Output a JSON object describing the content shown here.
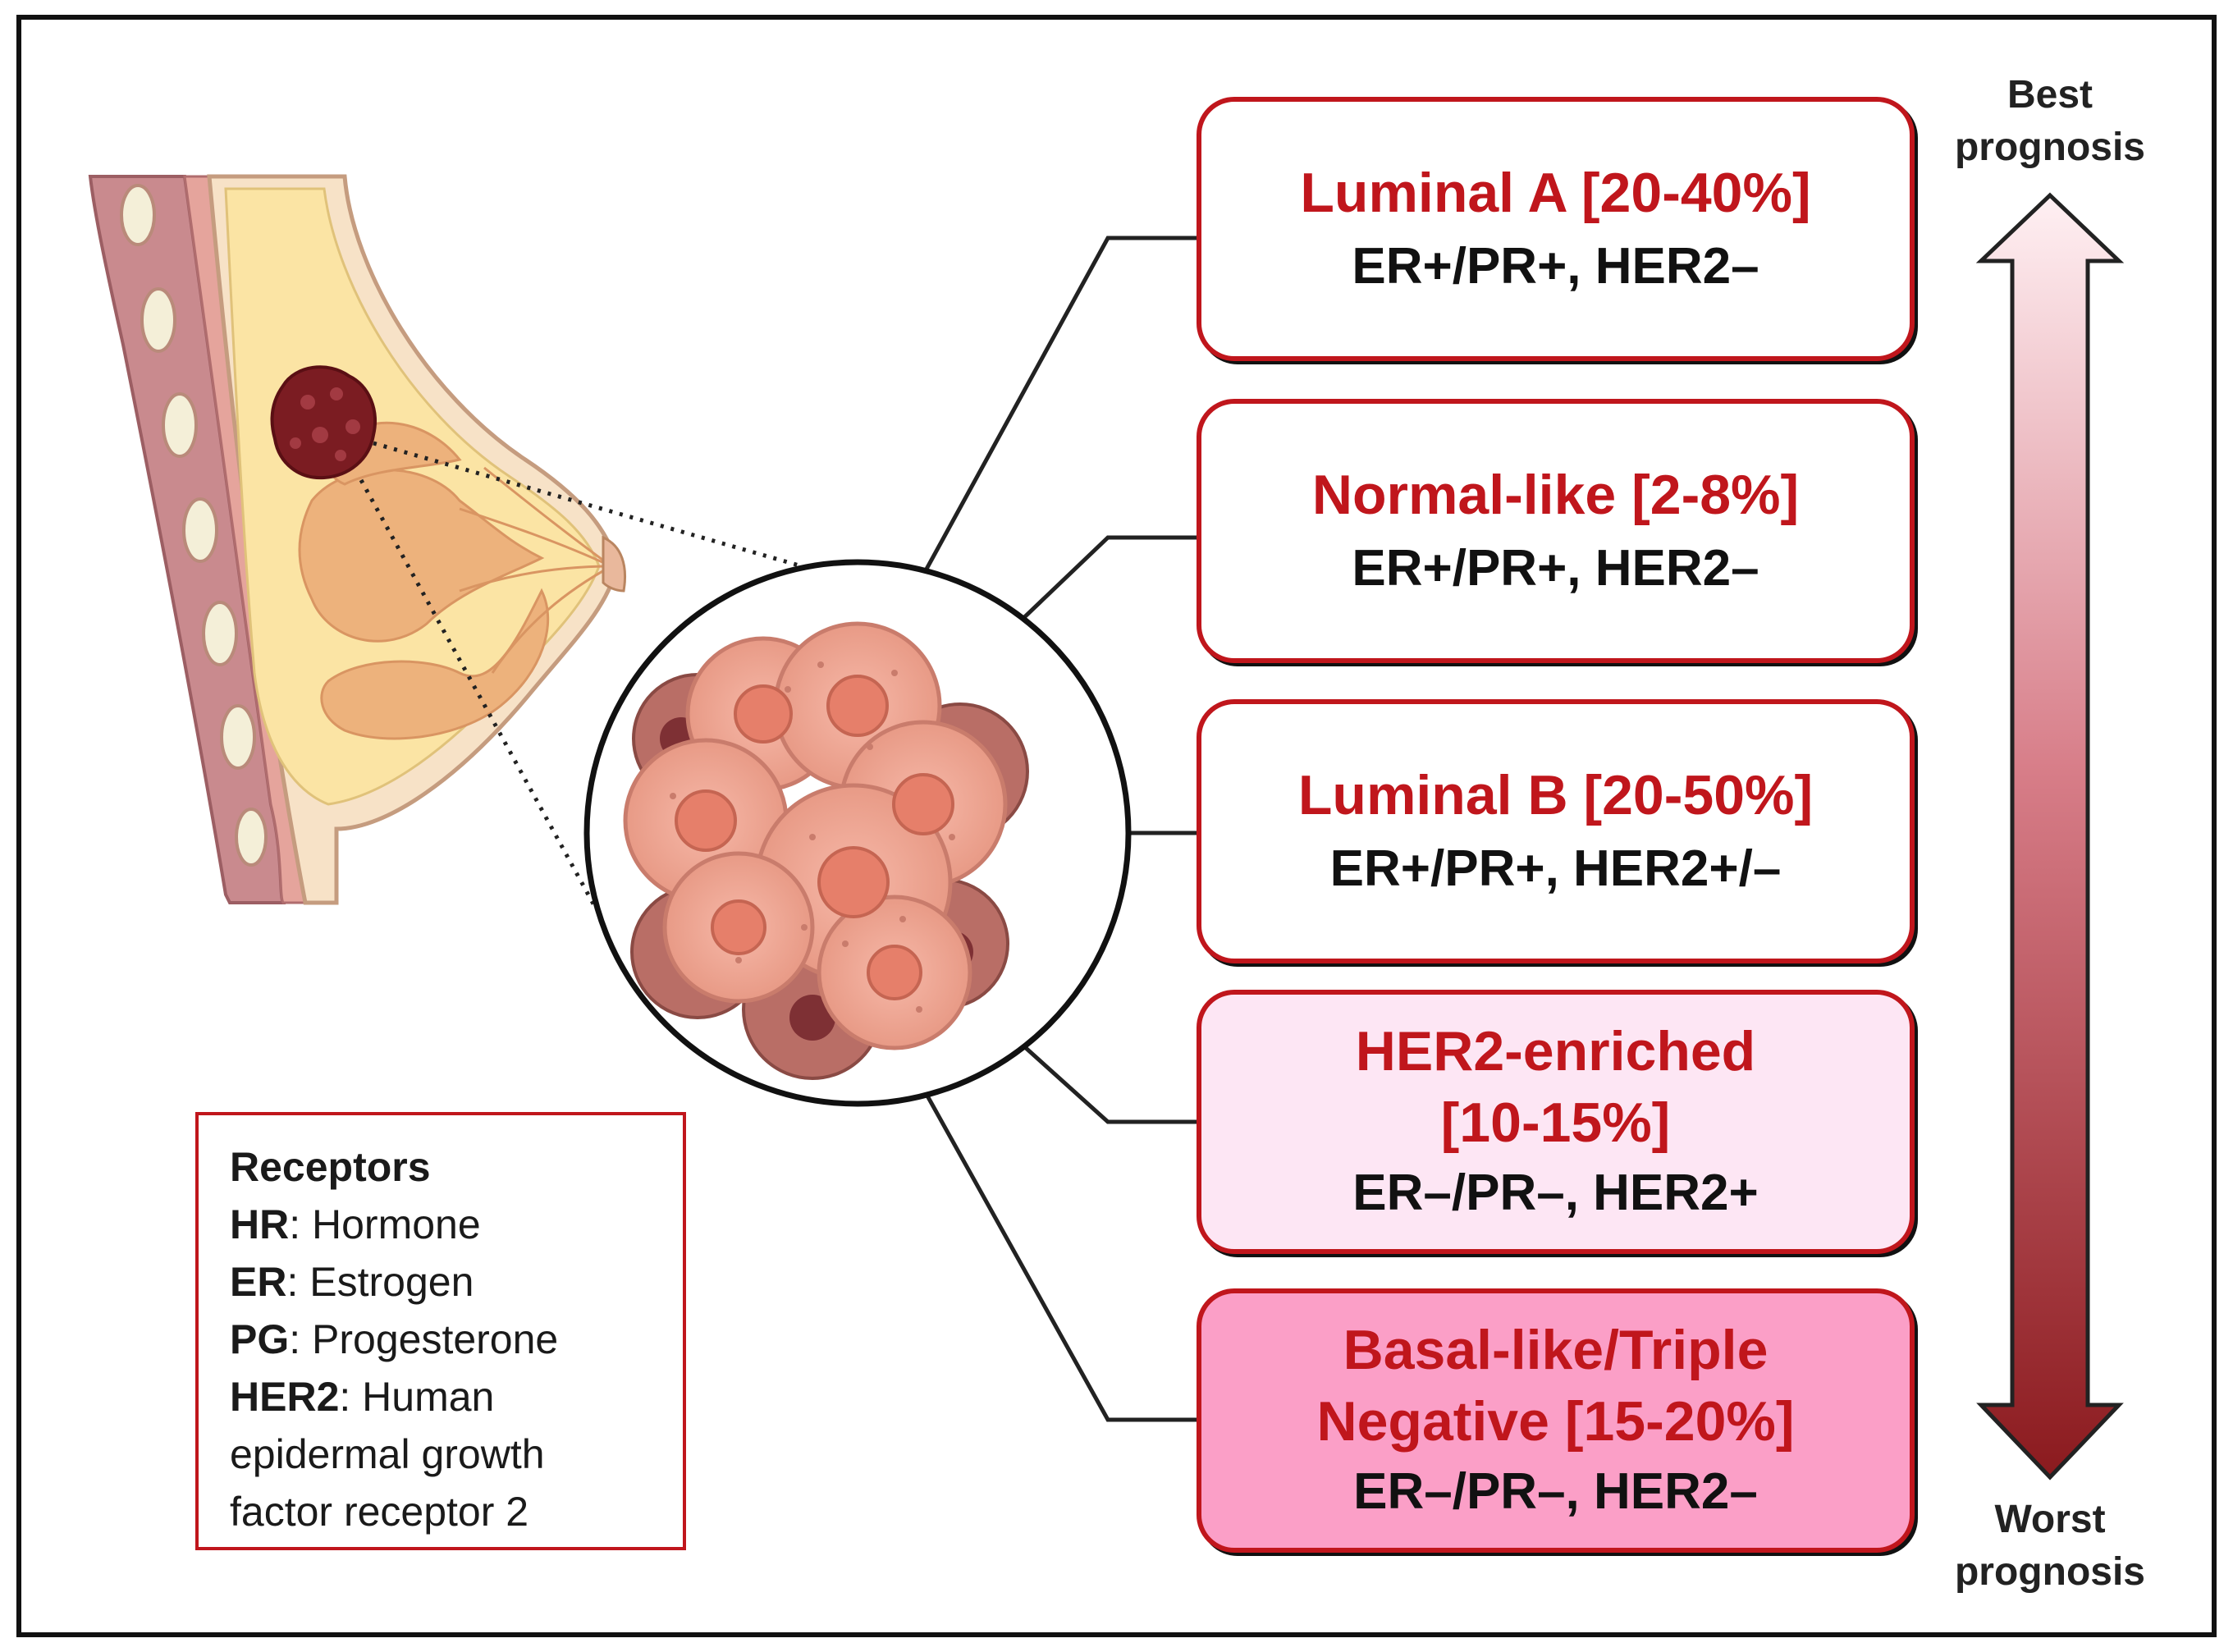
{
  "subtypes": [
    {
      "name": "Luminal A [20-40%]",
      "receptors": "ER+/PR+, HER2–",
      "fill": "#ffffff"
    },
    {
      "name": "Normal-like [2-8%]",
      "receptors": "ER+/PR+, HER2–",
      "fill": "#ffffff"
    },
    {
      "name": "Luminal B [20-50%]",
      "receptors": "ER+/PR+, HER2+/–",
      "fill": "#ffffff"
    },
    {
      "name_line1": "HER2-enriched",
      "name_line2": "[10-15%]",
      "receptors": "ER–/PR–, HER2+",
      "fill": "#fde6f4"
    },
    {
      "name_line1": "Basal-like/Triple",
      "name_line2": "Negative [15-20%]",
      "receptors": "ER–/PR–, HER2–",
      "fill": "#fb9fc7"
    }
  ],
  "legend": {
    "title": "Receptors",
    "items": [
      {
        "abbr": "HR",
        "text": ": Hormone"
      },
      {
        "abbr": "ER",
        "text": ": Estrogen"
      },
      {
        "abbr": "PG",
        "text": ": Progesterone"
      },
      {
        "abbr": "HER2",
        "text": ": Human"
      }
    ],
    "continuation": [
      "epidermal growth",
      "factor receptor 2"
    ]
  },
  "prognosis": {
    "best": [
      "Best",
      "prognosis"
    ],
    "worst": [
      "Worst",
      "prognosis"
    ]
  },
  "colors": {
    "accent_red": "#c0161c",
    "arrow_top": "#fff0f3",
    "arrow_bottom": "#8b1a1e",
    "tumor": "#7b1c22"
  }
}
